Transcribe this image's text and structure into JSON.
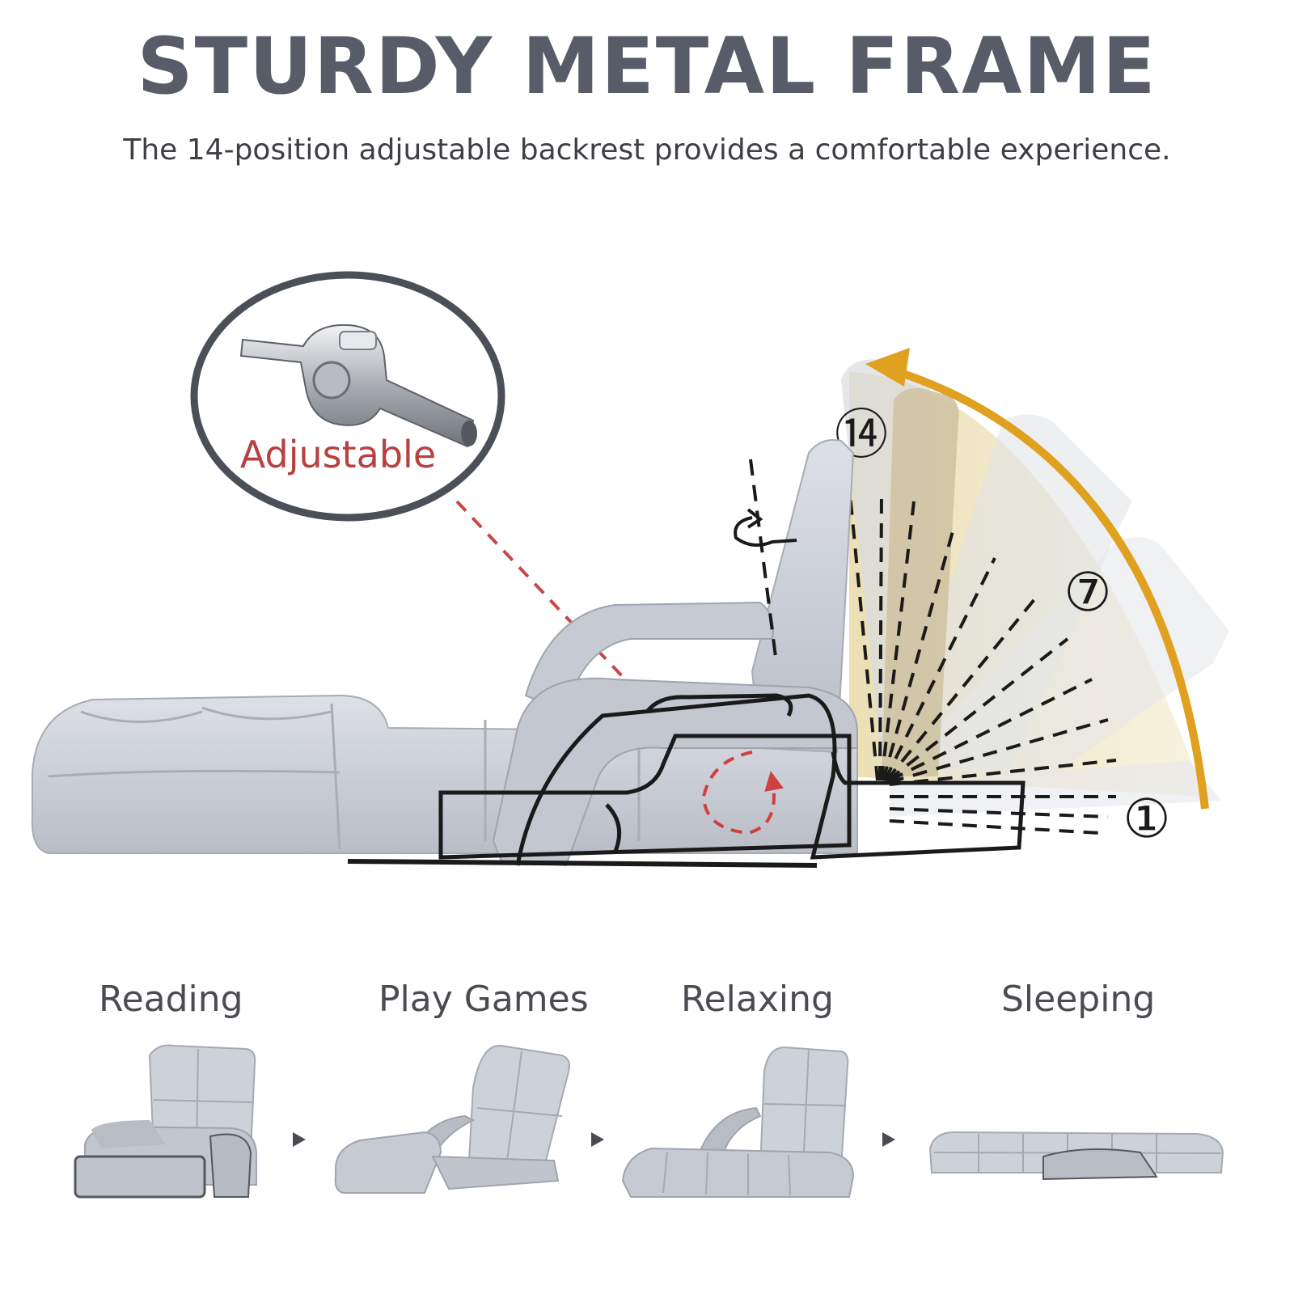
{
  "header": {
    "title": "STURDY METAL FRAME",
    "subtitle": "The 14-position adjustable backrest provides a comfortable experience."
  },
  "callout": {
    "label": "Adjustable"
  },
  "positions": {
    "max": "⑭",
    "mid": "⑦",
    "min": "①"
  },
  "modes": [
    {
      "label": "Reading"
    },
    {
      "label": "Play Games"
    },
    {
      "label": "Relaxing"
    },
    {
      "label": "Sleeping"
    }
  ],
  "colors": {
    "headline": "#575c68",
    "accent_red": "#b84040",
    "accent_orange": "#e0a020",
    "fabric": "#c8ccd4"
  }
}
